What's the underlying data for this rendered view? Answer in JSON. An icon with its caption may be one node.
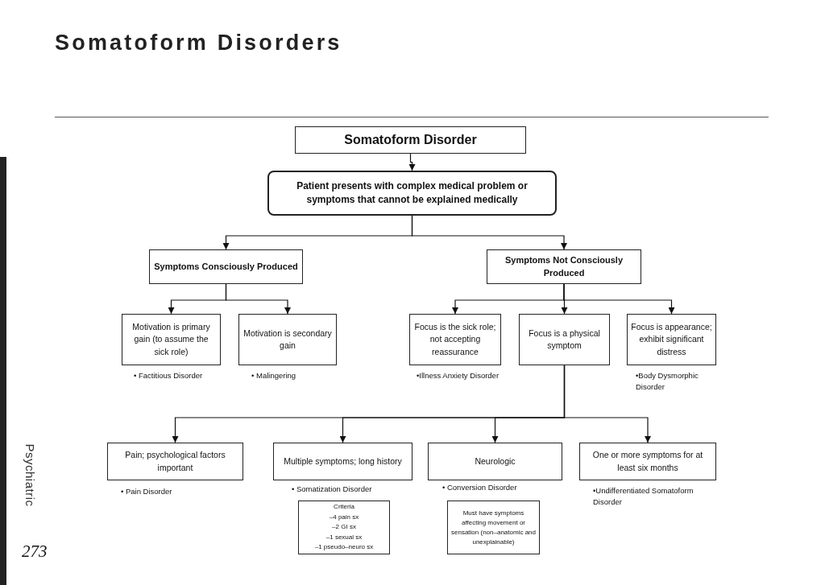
{
  "diagram": {
    "title": "Somatoform Disorders",
    "nodes": [
      {
        "text": [
          "Somatoform Disorder"
        ]
      },
      {
        "text": [
          "Patient presents with complex medical problem or symptoms that cannot be explained medically"
        ]
      },
      {
        "text": [
          "Symptoms Consciously Produced"
        ]
      },
      {
        "text": [
          "Symptoms Not Consciously Produced"
        ]
      },
      {
        "text": [
          "Motivation is primary gain (to assume the sick role)"
        ],
        "beside": [
          "• Factitious Disorder"
        ]
      },
      {
        "text": [
          "Motivation is secondary gain"
        ],
        "beside": [
          "• Malingering"
        ]
      },
      {
        "text": [
          "Focus is the sick role; not accepting reassurance"
        ],
        "beside": [
          "•Illness Anxiety Disorder"
        ]
      },
      {
        "text": [
          "Focus is a physical symptom"
        ]
      },
      {
        "text": [
          "Focus is appearance; exhibit significant distress"
        ],
        "beside": [
          "•Body Dysmorphic Disorder"
        ]
      },
      {
        "text": [
          "Pain; psychological factors important"
        ],
        "beside": [
          "• Pain Disorder"
        ]
      },
      {
        "text": [
          "Multiple symptoms; long history"
        ],
        "beside": [
          "• Somatization Disorder"
        ]
      },
      {
        "text": [
          "Neurologic"
        ],
        "beside": [
          "• Conversion Disorder"
        ]
      },
      {
        "text": [
          "One or more symptoms for at least six months"
        ],
        "beside": [
          "•Undifferentiated Somatoform Disorder"
        ]
      },
      {
        "text": [
          "Criteria",
          "–4 pain sx",
          "–2 GI sx",
          "–1 sexual sx",
          "–1 pseudo–neuro sx"
        ]
      },
      {
        "text": [
          "Must have symptoms affecting movement or sensation (non–anatomic and unexplainable)"
        ]
      }
    ],
    "edges": [
      {
        "from": 0,
        "to": 1,
        "arrow": "to"
      },
      {
        "from": 1,
        "to": 2,
        "arrow": "to"
      },
      {
        "from": 1,
        "to": 3,
        "arrow": "to"
      },
      {
        "from": 2,
        "to": 4,
        "arrow": "to"
      },
      {
        "from": 2,
        "to": 5,
        "arrow": "to"
      },
      {
        "from": 3,
        "to": 6,
        "arrow": "to"
      },
      {
        "from": 3,
        "to": 7,
        "arrow": "to"
      },
      {
        "from": 3,
        "to": 8,
        "arrow": "to"
      },
      {
        "from": 7,
        "to": 9,
        "arrow": "to"
      },
      {
        "from": 7,
        "to": 10,
        "arrow": "to"
      },
      {
        "from": 7,
        "to": 11,
        "arrow": "to"
      },
      {
        "from": 7,
        "to": 12,
        "arrow": "to"
      }
    ],
    "labels": [
      "Psychiatric",
      "273"
    ]
  }
}
